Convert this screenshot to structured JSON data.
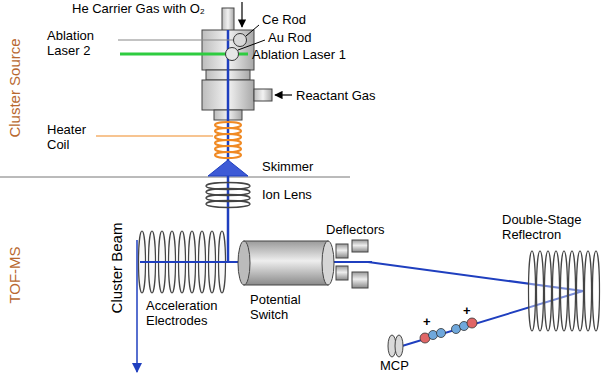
{
  "diagram": {
    "labels": [
      "He Carrier Gas with O₂",
      "Ce Rod",
      "Ablation Laser 2",
      "Au Rod",
      "Ablation Laser 1",
      "Reactant Gas",
      "Heater Coil",
      "Skimmer",
      "Ion Lens",
      "Cluster Source",
      "TOF-MS",
      "Cluster Beam",
      "Acceleration Electrodes",
      "Potential Switch",
      "Deflectors",
      "Double-Stage Reflectron",
      "+",
      "+",
      "MCP"
    ]
  }
}
